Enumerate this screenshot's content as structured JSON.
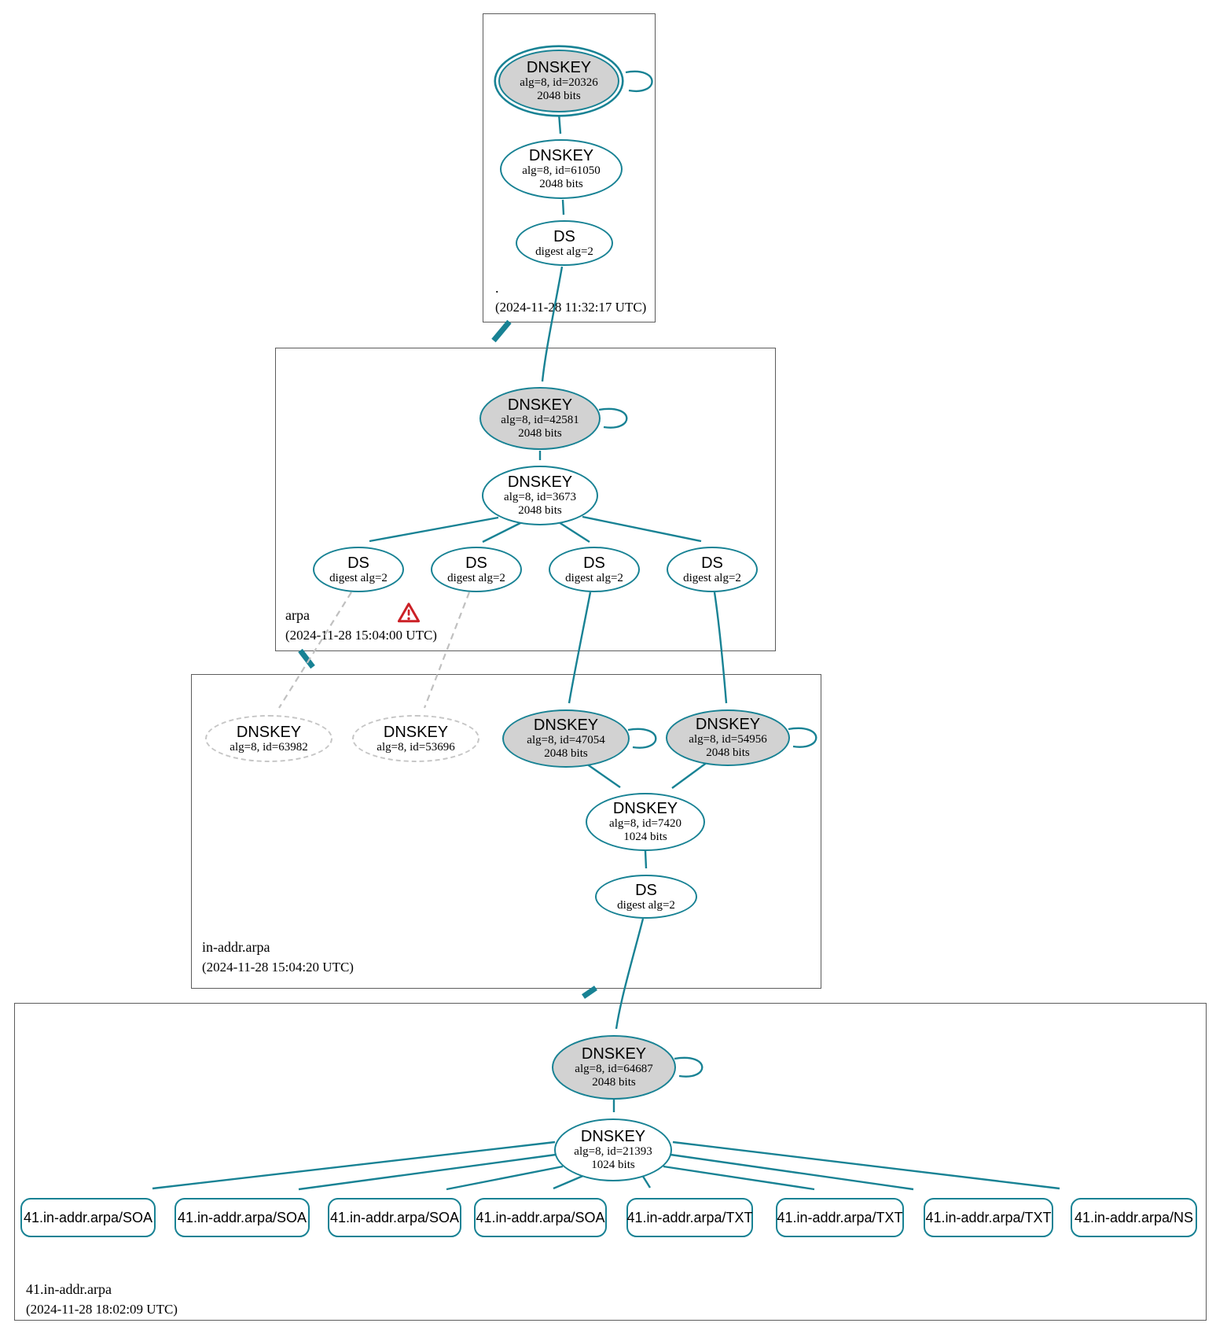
{
  "colors": {
    "edge_teal": "#188294",
    "node_gray_fill": "#d2d2d2",
    "dashed_gray": "#c6c6c6",
    "warning_red": "#cb2026",
    "zone_border_gray": "#5c5c5c"
  },
  "zones": [
    {
      "name": ".",
      "timestamp": "(2024-11-28 11:32:17 UTC)",
      "nodes": [
        {
          "title": "DNSKEY",
          "line2": "alg=8, id=20326",
          "line3": "2048 bits"
        },
        {
          "title": "DNSKEY",
          "line2": "alg=8, id=61050",
          "line3": "2048 bits"
        },
        {
          "title": "DS",
          "line2": "digest alg=2"
        }
      ]
    },
    {
      "name": "arpa",
      "timestamp": "(2024-11-28 15:04:00 UTC)",
      "warning_icon": "warning-triangle",
      "nodes": [
        {
          "title": "DNSKEY",
          "line2": "alg=8, id=42581",
          "line3": "2048 bits"
        },
        {
          "title": "DNSKEY",
          "line2": "alg=8, id=3673",
          "line3": "2048 bits"
        },
        {
          "title": "DS",
          "line2": "digest alg=2"
        },
        {
          "title": "DS",
          "line2": "digest alg=2"
        },
        {
          "title": "DS",
          "line2": "digest alg=2"
        },
        {
          "title": "DS",
          "line2": "digest alg=2"
        }
      ]
    },
    {
      "name": "in-addr.arpa",
      "timestamp": "(2024-11-28 15:04:20 UTC)",
      "nodes": [
        {
          "title": "DNSKEY",
          "line2": "alg=8, id=63982"
        },
        {
          "title": "DNSKEY",
          "line2": "alg=8, id=53696"
        },
        {
          "title": "DNSKEY",
          "line2": "alg=8, id=47054",
          "line3": "2048 bits"
        },
        {
          "title": "DNSKEY",
          "line2": "alg=8, id=54956",
          "line3": "2048 bits"
        },
        {
          "title": "DNSKEY",
          "line2": "alg=8, id=7420",
          "line3": "1024 bits"
        },
        {
          "title": "DS",
          "line2": "digest alg=2"
        }
      ]
    },
    {
      "name": "41.in-addr.arpa",
      "timestamp": "(2024-11-28 18:02:09 UTC)",
      "nodes": [
        {
          "title": "DNSKEY",
          "line2": "alg=8, id=64687",
          "line3": "2048 bits"
        },
        {
          "title": "DNSKEY",
          "line2": "alg=8, id=21393",
          "line3": "1024 bits"
        }
      ],
      "records": [
        "41.in-addr.arpa/SOA",
        "41.in-addr.arpa/SOA",
        "41.in-addr.arpa/SOA",
        "41.in-addr.arpa/SOA",
        "41.in-addr.arpa/TXT",
        "41.in-addr.arpa/TXT",
        "41.in-addr.arpa/TXT",
        "41.in-addr.arpa/NS"
      ]
    }
  ]
}
